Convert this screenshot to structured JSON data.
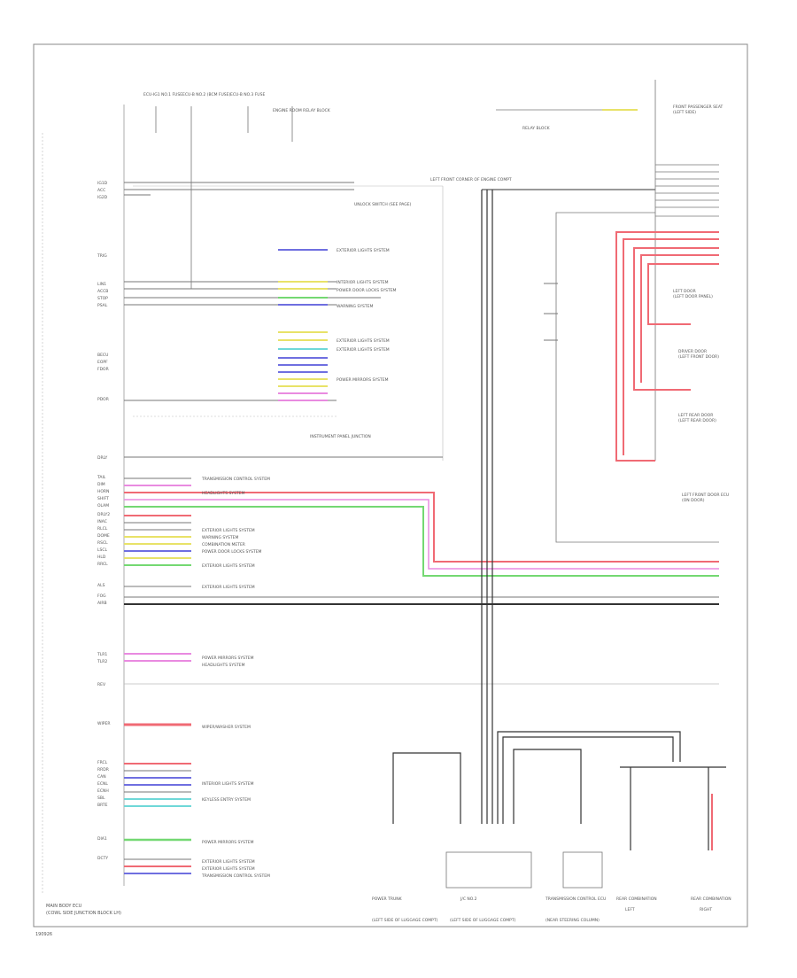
{
  "connector": {
    "name": "MAIN BODY ECU",
    "part": "(COWL SIDE JUNCTION BLOCK LH)",
    "pins_left": [
      "IG1D",
      "ACC",
      "IG2D",
      "TRIG",
      "LIN1",
      "ACCB",
      "STOP",
      "PSAL",
      "BECU",
      "EOPF",
      "FDOR",
      "PDOR",
      "DRLY",
      "TAIL",
      "DIM",
      "HORN",
      "SHIFT",
      "OLAM",
      "DRLY2",
      "INAC",
      "RLCL",
      "DOME",
      "RSCL",
      "LSCL",
      "HLD",
      "RRCL",
      "ALS",
      "FOG",
      "AIRB",
      "TLR1",
      "TLR2",
      "REV",
      "WIPER",
      "FRCL",
      "RRDR",
      "CAN",
      "ECNL",
      "ECNH",
      "SBL",
      "BRTE",
      "DIA1",
      "DCTY"
    ]
  },
  "top_labels": {
    "fuse1": "ECU-IG1 NO.1 FUSE",
    "fuse2": "ECU-B NO.2 (BCM FUSE)",
    "fuse3": "ECU-B NO.3 FUSE",
    "gnd": "ENGINE ROOM RELAY BLOCK",
    "unlock": "UNLOCK SWITCH (SEE PAGE)",
    "junction_mid": "INSTRUMENT PANEL JUNCTION",
    "junction_top": "LEFT FRONT CORNER OF ENGINE COMPT",
    "relay": "RELAY BLOCK"
  },
  "circuits": [
    "EXTERIOR LIGHTS SYSTEM",
    "INTERIOR LIGHTS SYSTEM",
    "POWER DOOR LOCKS SYSTEM",
    "WARNING SYSTEM",
    "POWER MIRRORS SYSTEM",
    "HEADLIGHTS SYSTEM",
    "COMBINATION METER",
    "WIPER/WASHER SYSTEM",
    "TRANSMISSION CONTROL SYSTEM",
    "KEYLESS ENTRY SYSTEM"
  ],
  "bottom_components": [
    {
      "name": "POWER TRUNK",
      "sub": "(LEFT SIDE OF LUGGAGE COMPT)"
    },
    {
      "name": "J/C NO.2",
      "sub": "(LEFT SIDE OF LUGGAGE COMPT)"
    },
    {
      "name": "TRANSMISSION CONTROL ECU",
      "sub": "(NEAR STEERING COLUMN)"
    },
    {
      "name": "REAR COMBINATION",
      "sub": "LEFT"
    },
    {
      "name": "REAR COMBINATION",
      "sub": "RIGHT"
    }
  ],
  "right_components": [
    {
      "name": "FRONT PASSENGER SEAT",
      "sub": "(LEFT SIDE)"
    },
    {
      "name": "LEFT DOOR",
      "sub": "(LEFT DOOR PANEL)"
    },
    {
      "name": "DRIVER DOOR",
      "sub": "(LEFT FRONT DOOR)"
    },
    {
      "name": "LEFT REAR DOOR",
      "sub": "(LEFT REAR DOOR)"
    },
    {
      "name": "LEFT FRONT DOOR ECU",
      "sub": "(ON DOOR)"
    }
  ],
  "corner_code": "190926",
  "colors": {
    "red": "#f06a74",
    "pink": "#e98ae0",
    "green": "#74d872",
    "blue": "#6f6fe0",
    "cyan": "#6fd8d8",
    "yellow": "#e8e268",
    "gray": "#777777"
  }
}
